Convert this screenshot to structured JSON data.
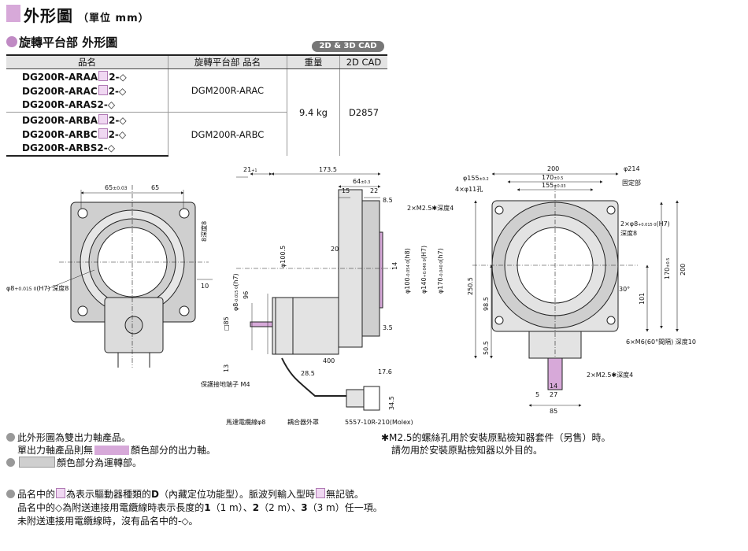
{
  "header": {
    "title": "外形圖",
    "unit": "（單位 mm）"
  },
  "section": {
    "title": "旋轉平台部 外形圖",
    "badge": "2D & 3D CAD"
  },
  "table": {
    "headers": [
      "品名",
      "旋轉平台部 品名",
      "重量",
      "2D CAD"
    ],
    "groups": [
      {
        "models": [
          {
            "pre": "DG200R-ARAA",
            "mark": true,
            "post": "2-◇"
          },
          {
            "pre": "DG200R-ARAC",
            "mark": true,
            "post": "2-◇"
          },
          {
            "pre": "DG200R-ARAS2-◇",
            "mark": false,
            "post": ""
          }
        ],
        "part": "DGM200R-ARAC"
      },
      {
        "models": [
          {
            "pre": "DG200R-ARBA",
            "mark": true,
            "post": "2-◇"
          },
          {
            "pre": "DG200R-ARBC",
            "mark": true,
            "post": "2-◇"
          },
          {
            "pre": "DG200R-ARBS2-◇",
            "mark": false,
            "post": ""
          }
        ],
        "part": "DGM200R-ARBC"
      }
    ],
    "weight": "9.4 kg",
    "cad": "D2857"
  },
  "dims": {
    "front": {
      "d65a": "65",
      "d65a_tol": "±0.03",
      "d65b": "65",
      "hole_top": "8",
      "hole_top_note": "深度8",
      "hole_side": "φ8",
      "hole_side_tol": "+0.015 0",
      "hole_side_note": "(H7) 深度8",
      "d10": "10"
    },
    "side": {
      "d21": "21",
      "d21_tol": "+1",
      "d173": "173.5",
      "d64": "64",
      "d64_tol": "±0.3",
      "d15": "15",
      "d22": "22",
      "d85": "8.5",
      "m25": "2×M2.5✱深度4",
      "d1005": "φ100.5",
      "d20": "20",
      "d14": "14",
      "d100": "φ100",
      "d100_tol": "-0.054 0",
      "d100_fit": "(h8)",
      "d140": "φ140",
      "d140_tol": "+0.040 0",
      "d140_fit": "(H7)",
      "d170": "φ170",
      "d170_tol": "-0.040 0",
      "d170_fit": "(h7)",
      "d8": "φ8",
      "d8_tol": "-0.015 0",
      "d8_fit": "(h7)",
      "d96": "96",
      "d85sq": "□85",
      "d13": "13",
      "d35": "3.5",
      "d400": "400",
      "d285": "28.5",
      "d176": "17.6",
      "d345": "34.5",
      "lbl_ground": "保護接地端子 M4",
      "lbl_cable": "馬達電纜線φ8",
      "lbl_cover": "耦合器外罩",
      "lbl_conn": "5557-10R-210(Molex)"
    },
    "top": {
      "d155": "φ155",
      "d155_tol": "±0.2",
      "d411": "4×φ11孔",
      "d200": "200",
      "d170": "170",
      "d170_tol": "±0.5",
      "d155b": "155",
      "d155b_tol": "±0.03",
      "d214": "φ214",
      "fixed": "固定部",
      "hole": "2×φ8",
      "hole_tol": "+0.015 0",
      "hole_fit": "(H7)",
      "hole_depth": "深度8",
      "d2505": "250.5",
      "d985": "98.5",
      "d505": "50.5",
      "d30": "30°",
      "d101": "101",
      "d170v": "170",
      "d170v_tol": "±0.5",
      "d200v": "200",
      "m6": "6×M6(60°間隔) 深度10",
      "m25": "2×M2.5✱深度4",
      "d14": "14",
      "d5": "5",
      "d27": "27",
      "d85": "85"
    }
  },
  "notes": {
    "n1a": "此外形圖為雙出力軸產品。",
    "n1b_pre": "單出力軸產品則無",
    "n1b_post": "顏色部分的出力軸。",
    "n2_post": "顏色部分為運轉部。",
    "star_a": "✱M2.5的螺絲孔用於安裝原點檢知器套件（另售）時。",
    "star_b": "請勿用於安裝原點檢知器以外目的。",
    "n3a_pre": "品名中的",
    "n3a_mid": "為表示驅動器種類的",
    "n3a_bold": "D",
    "n3a_post": "（內藏定位功能型）。脈波列輸入型時",
    "n3a_end": "無記號。",
    "n3b_pre": "品名中的◇為附送連接用電纜線時表示長度的",
    "n3b_1": "1",
    "n3b_1u": "（1 m）、",
    "n3b_2": "2",
    "n3b_2u": "（2 m）、",
    "n3b_3": "3",
    "n3b_3u": "（3 m）任一項。",
    "n3c": "未附送連接用電纜線時，沒有品名中的-◇。"
  },
  "colors": {
    "pink": "#d7a9d9",
    "grey": "#cfcfcf",
    "line": "#222222"
  }
}
